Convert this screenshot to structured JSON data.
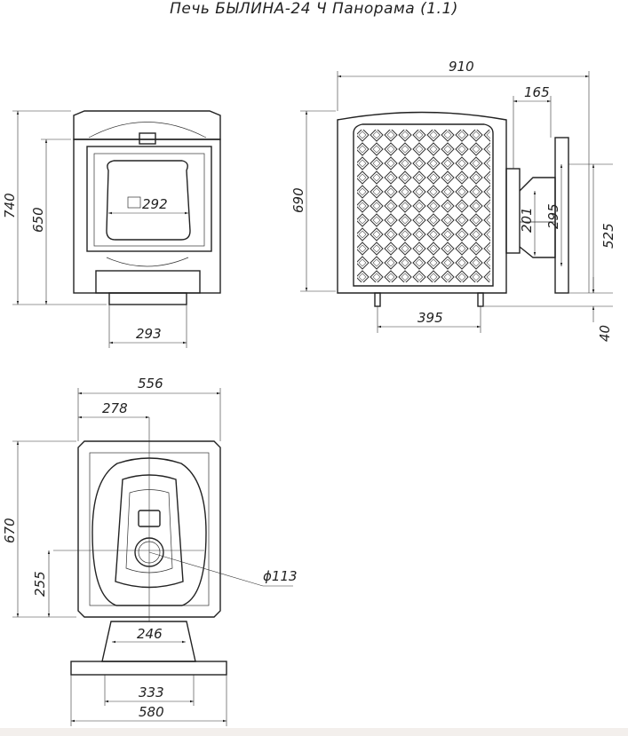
{
  "title": "Печь БЫЛИНА-24  Ч Панорама (1.1)",
  "front_view": {
    "height_total": "740",
    "height_body": "650",
    "door_opening": "292",
    "base_width": "293"
  },
  "side_view": {
    "depth_total": "910",
    "chimney_offset": "165",
    "height": "690",
    "chimney_outer": "295",
    "chimney_inner": "201",
    "chimney_height": "525",
    "leg_height": "40",
    "leg_span": "395"
  },
  "top_view": {
    "width": "556",
    "half_width": "278",
    "depth": "670",
    "chimney_axis": "255",
    "chimney_diameter": "ϕ113",
    "stand_width": "246",
    "plate_inner": "333",
    "plate_width": "580"
  }
}
